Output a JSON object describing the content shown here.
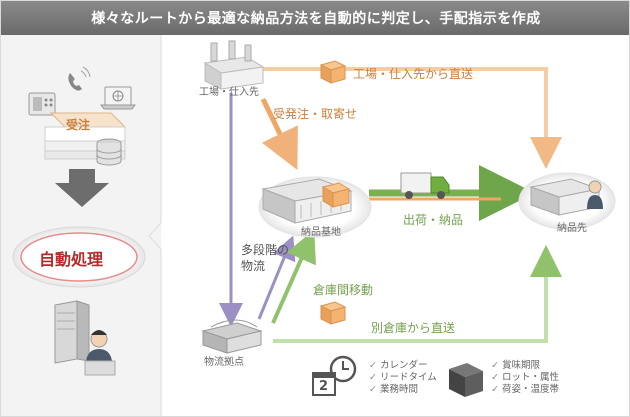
{
  "title": "様々なルートから最適な納品方法を自動的に判定し、手配指示を作成",
  "left": {
    "order_label": "受注",
    "auto_label": "自動処理"
  },
  "nodes": {
    "factory": "工場・仕入先",
    "base": "納品基地",
    "hub": "物流拠点",
    "customer": "納品先"
  },
  "routes": {
    "direct_from_factory": "工場・仕入先から直送",
    "order_pick": "受発注・取寄せ",
    "ship_deliver": "出荷・納品",
    "multi_stage_line1": "多段階の",
    "multi_stage_line2": "物流",
    "warehouse_move": "倉庫間移動",
    "direct_from_warehouse": "別倉庫から直送"
  },
  "criteria_left": [
    "カレンダー",
    "リードタイム",
    "業務時間"
  ],
  "criteria_right": [
    "賞味期限",
    "ロット・属性",
    "荷姿・温度帯"
  ],
  "calendar_number": "2",
  "colors": {
    "orange": "#f0b27a",
    "orange_text": "#c9803d",
    "green": "#8fc26a",
    "green_text": "#74a04f",
    "purple": "#9b8fc4",
    "red_text": "#b52a2a",
    "title_bg": "#7a7a7a"
  },
  "icons": [
    "factory-icon",
    "warehouse-icon",
    "box-icon",
    "truck-icon",
    "phone-icon",
    "fax-icon",
    "laptop-icon",
    "database-icon",
    "server-icon",
    "person-icon",
    "clock-icon",
    "calendar-icon",
    "check-icon"
  ]
}
